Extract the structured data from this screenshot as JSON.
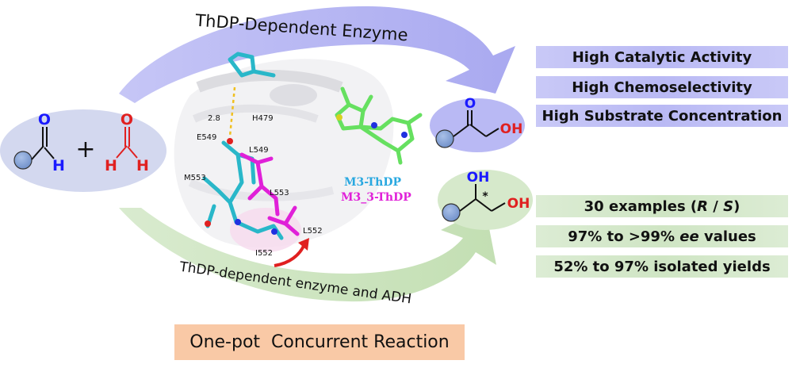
{
  "top_arc_label": "ThDP-Dependent Enzyme",
  "bottom_arc_label": "ThDP-dependent enzyme and ADH",
  "reaction_box": "One-pot  Concurrent Reaction",
  "residues": [
    "H479",
    "E549",
    "L549",
    "M553",
    "L553",
    "L552",
    "I552"
  ],
  "distance_label": "2.8",
  "legend": [
    {
      "label": "M3-ThDP",
      "color": "#29a8e0"
    },
    {
      "label": "M3_3-ThDP",
      "color": "#e020d8"
    }
  ],
  "features_top": [
    "High Catalytic Activity",
    "High Chemoselectivity",
    "High Substrate Concentration"
  ],
  "features_bottom": {
    "examples_prefix": "30 examples (",
    "examples_r": "R",
    "examples_slash": " / ",
    "examples_s": "S",
    "examples_suffix": ")",
    "ee_prefix": "97% to >99% ",
    "ee_italic": "ee",
    "ee_suffix": " values",
    "yields": "52% to 97% isolated yields"
  },
  "atoms": {
    "O": "O",
    "H": "H",
    "OH": "OH",
    "plus": "+",
    "star": "*"
  },
  "colors": {
    "blue_arc": "#b3b3f2",
    "green_arc": "#c9e2bb",
    "oxygen_blue": "#1a1aff",
    "red": "#e02020",
    "bead": "#7f9ed0"
  }
}
